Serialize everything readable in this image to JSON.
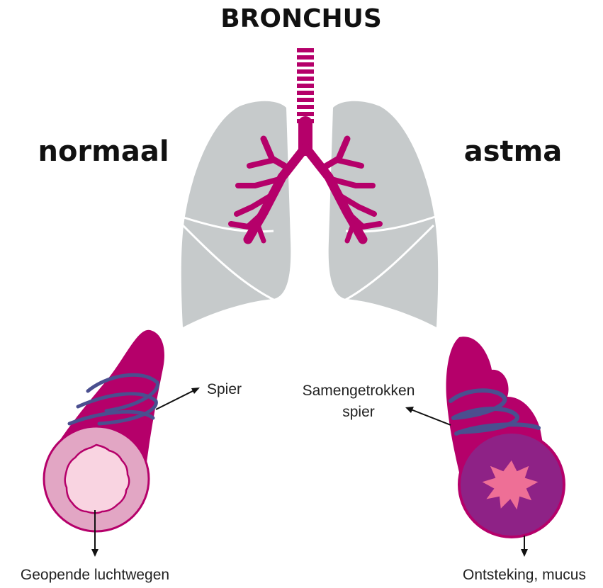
{
  "title": "BRONCHUS",
  "labels": {
    "left_heading": "normaal",
    "right_heading": "astma",
    "muscle": "Spier",
    "contracted_muscle_line1": "Samengetrokken",
    "contracted_muscle_line2": "spier",
    "open_airways": "Geopende luchtwegen",
    "inflammation": "Ontsteking, mucus"
  },
  "colors": {
    "lung": "#c6cacb",
    "bronchus": "#b5006a",
    "muscle_band": "#4a4f8f",
    "normal_wall": "#e2a6c4",
    "normal_lumen": "#f9d4e1",
    "asthma_wall": "#8e2286",
    "asthma_lumen": "#ee6f96"
  }
}
